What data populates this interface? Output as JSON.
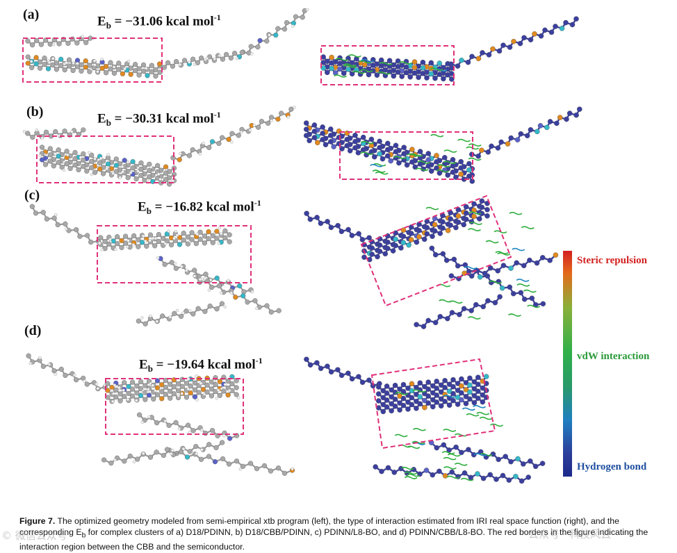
{
  "panels": [
    {
      "label": "(a)",
      "energy": {
        "prefix": "E",
        "sub": "b",
        "value": " = −31.06 kcal mol",
        "sup": "-1"
      }
    },
    {
      "label": "(b)",
      "energy": {
        "prefix": "E",
        "sub": "b",
        "value": " = −30.31 kcal mol",
        "sup": "-1"
      }
    },
    {
      "label": "(c)",
      "energy": {
        "prefix": "E",
        "sub": "b",
        "value": " = −16.82 kcal mol",
        "sup": "-1"
      }
    },
    {
      "label": "(d)",
      "energy": {
        "prefix": "E",
        "sub": "b",
        "value": " = −19.64 kcal mol",
        "sup": "-1"
      }
    }
  ],
  "colorbar": {
    "top_label": "Steric repulsion",
    "mid_label": "vdW interaction",
    "bottom_label": "Hydrogen bond",
    "colors": {
      "top": "#d32020",
      "mid": "#2fb04a",
      "bottom": "#1c2a8a"
    }
  },
  "caption": {
    "figure": "Figure 7.",
    "text": "The optimized geometry modeled from semi-empirical xtb program (left), the type of interaction estimated from IRI real space function (right), and the corresponding E",
    "sub": "b",
    "text2": " for complex clusters of a) D18/PDINN, b) D18/CBB/PDINN, c) PDINN/L8-BO, and d) PDINN/CBB/L8-BO. The red borders in the figure indicating the interaction region between the CBB and the semiconductor."
  },
  "watermark_left": "© 微信公众号",
  "watermark_right": "公众号 · 科技风云",
  "border_color": "#e0307a"
}
